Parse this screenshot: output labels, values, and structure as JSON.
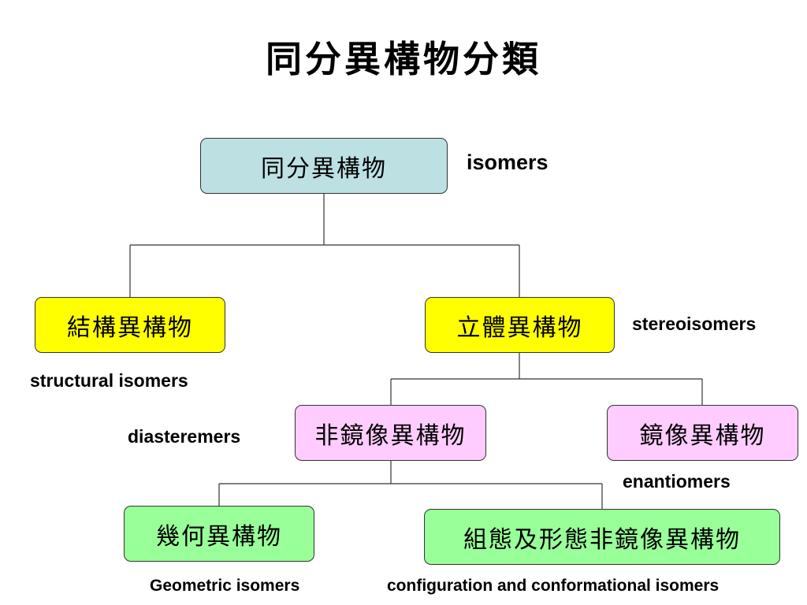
{
  "title": "同分異構物分類",
  "nodes": {
    "isomers": {
      "zh": "同分異構物",
      "en": "isomers"
    },
    "structural": {
      "zh": "結構異構物",
      "en": "structural isomers"
    },
    "stereo": {
      "zh": "立體異構物",
      "en": "stereoisomers"
    },
    "diastereomers": {
      "zh": "非鏡像異構物",
      "en": "diasteremers"
    },
    "enantiomers": {
      "zh": "鏡像異構物",
      "en": "enantiomers"
    },
    "geometric": {
      "zh": "幾何異構物",
      "en": "Geometric isomers"
    },
    "conformational": {
      "zh": "組態及形態非鏡像異構物",
      "en": "configuration and conformational isomers"
    }
  },
  "colors": {
    "root": "#bde0e3",
    "level1": "#ffff00",
    "level2": "#ffccff",
    "level3": "#99ff99",
    "line": "#333333"
  }
}
